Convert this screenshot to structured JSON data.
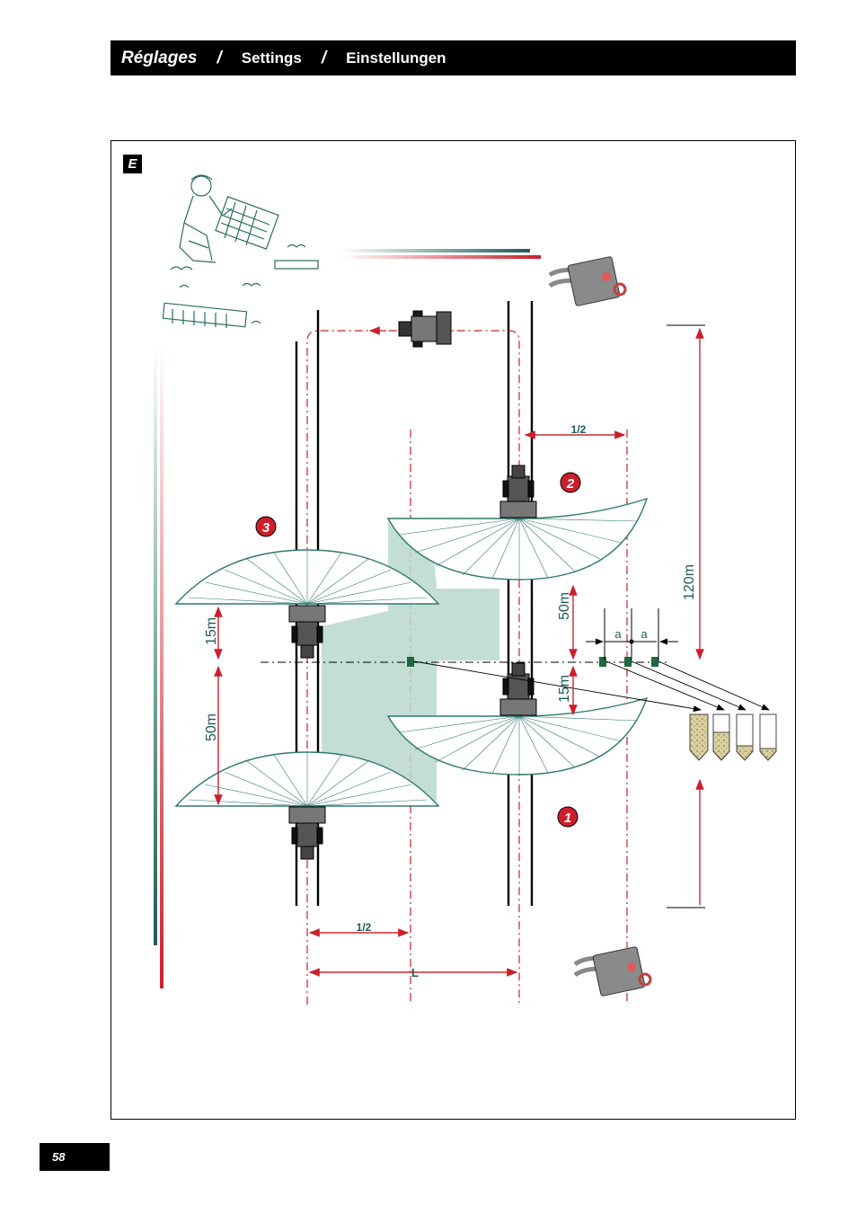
{
  "header": {
    "title_fr": "Réglages",
    "separator": "/",
    "title_en": "Settings",
    "title_de": "Einstellungen"
  },
  "figure": {
    "tag": "E",
    "labels": {
      "half_top": "1/2",
      "half_bottom": "1/2",
      "width_L": "L",
      "dist_120": "120m",
      "dist_50_right": "50m",
      "dist_15_right": "15m",
      "dist_15_left": "15m",
      "dist_50_left": "50m",
      "spacing_a1": "a",
      "spacing_a2": "a",
      "pass_1": "1",
      "pass_2": "2",
      "pass_3": "3"
    },
    "colors": {
      "spread": "#2f7a6e",
      "spread_fill": "#b8d8cc",
      "red": "#cc1f2b",
      "tray_green": "#1e6a3a"
    }
  },
  "page_number": "58"
}
